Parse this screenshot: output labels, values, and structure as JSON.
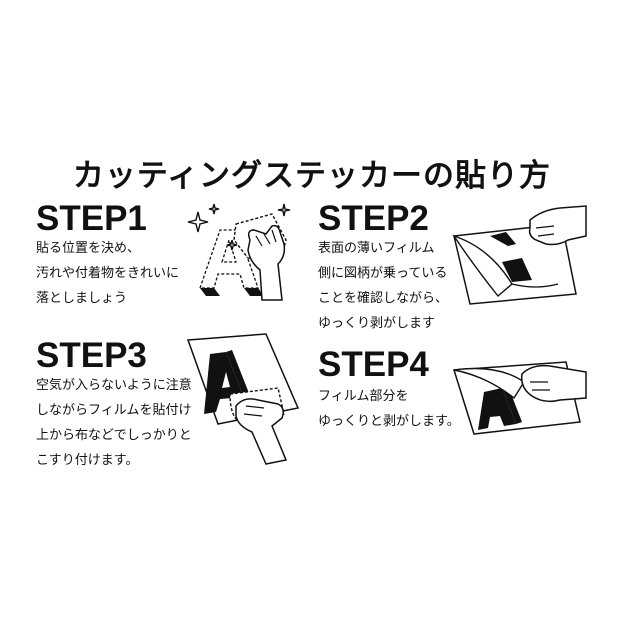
{
  "title": "カッティングステッカーの貼り方",
  "steps": [
    {
      "heading": "STEP1",
      "lines": [
        "貼る位置を決め、",
        "汚れや付着物をきれいに",
        "落としましょう"
      ]
    },
    {
      "heading": "STEP2",
      "lines": [
        "表面の薄いフィルム",
        "側に図柄が乗っている",
        "ことを確認しながら、",
        "ゆっくり剥がします"
      ]
    },
    {
      "heading": "STEP3",
      "lines": [
        "空気が入らないように注意",
        "しながらフィルムを貼付け",
        "上から布などでしっかりと",
        "こすり付けます。"
      ]
    },
    {
      "heading": "STEP4",
      "lines": [
        "フィルム部分を",
        "ゆっくりと剥がします。"
      ]
    }
  ],
  "icons": {
    "step1": "wiping-hand-letter-a-icon",
    "step2": "peeling-film-icon",
    "step3": "cloth-rubbing-sticker-icon",
    "step4": "peeling-transfer-film-icon"
  },
  "colors": {
    "ink": "#111111",
    "background": "#ffffff"
  }
}
